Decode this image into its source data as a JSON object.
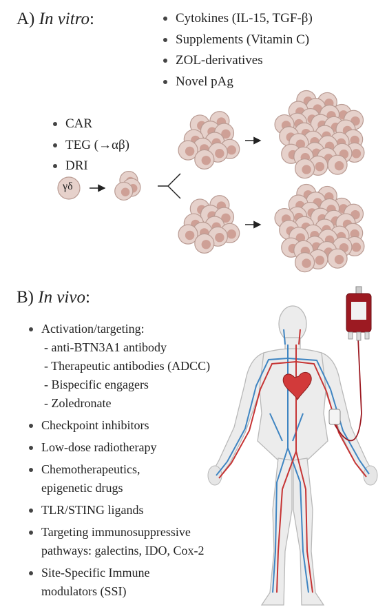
{
  "section_a": {
    "label": "A)",
    "title": "In vitro",
    "colon": ":"
  },
  "in_vitro_factors": [
    "Cytokines (IL-15, TGF-β)",
    "Supplements (Vitamin C)",
    "ZOL-derivatives",
    "Novel pAg"
  ],
  "engineering": [
    "CAR",
    "TEG (→αβ)",
    "DRI"
  ],
  "cell_label": "γδ",
  "section_b": {
    "label": "B)",
    "title": "In vivo",
    "colon": ":"
  },
  "in_vivo": [
    {
      "lines": [
        "Activation/targeting:"
      ],
      "sub": [
        "- anti-BTN3A1 antibody",
        "- Therapeutic antibodies (ADCC)",
        "- Bispecific engagers",
        "- Zoledronate"
      ]
    },
    {
      "lines": [
        "Checkpoint inhibitors"
      ]
    },
    {
      "lines": [
        "Low-dose radiotherapy"
      ]
    },
    {
      "lines": [
        "Chemotherapeutics,",
        "epigenetic drugs"
      ]
    },
    {
      "lines": [
        "TLR/STING ligands"
      ]
    },
    {
      "lines": [
        "Targeting immunosuppressive",
        "pathways: galectins, IDO, Cox-2"
      ]
    },
    {
      "lines": [
        "Site-Specific Immune",
        "modulators (SSI)"
      ]
    }
  ],
  "colors": {
    "cell_fill": "#e6d1cb",
    "cell_stroke": "#b99b93",
    "nucleus": "#c58f84",
    "vein": "#3f85c2",
    "artery": "#c63434",
    "blood_bag": "#9c1a22"
  }
}
